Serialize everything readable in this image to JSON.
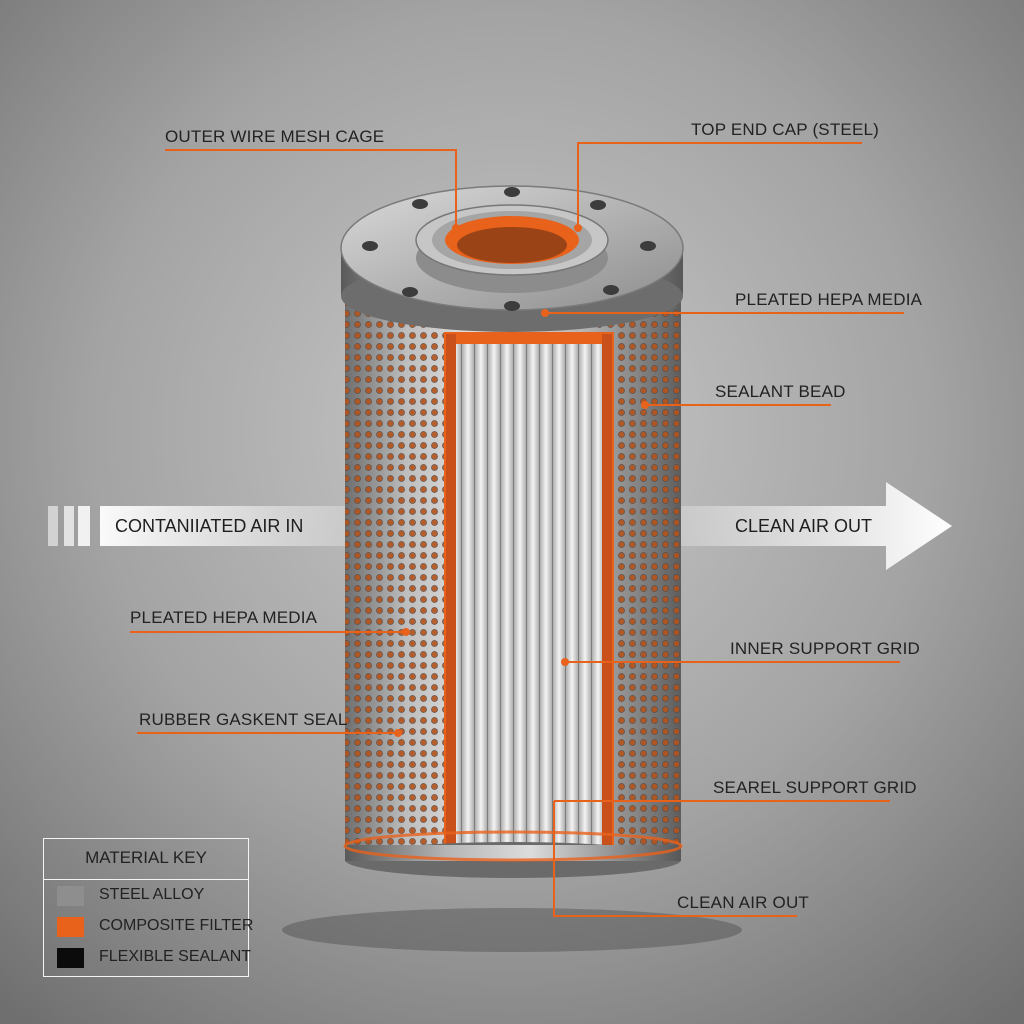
{
  "colors": {
    "accent_orange": "#e8621c",
    "steel": "#8e8e8e",
    "sealant": "#0b0b0b",
    "background": "#9a9a9a"
  },
  "callouts": {
    "outer_wire_mesh_cage": "OUTER WIRE MESH CAGE",
    "top_end_cap": "TOP END CAP (STEEL)",
    "pleated_hepa_media_right": "PLEATED HEPA MEDIA",
    "sealant_bead": "SEALANT BEAD",
    "pleated_hepa_media_left": "PLEATED HEPA MEDIA",
    "rubber_gasket_seal": "RUBBER GASKENT SEAL",
    "inner_support_grid": "INNER SUPPORT GRID",
    "searel_support_grid": "SEAREL SUPPORT GRID",
    "clean_air_out_bottom": "CLEAN AIR OUT"
  },
  "flow": {
    "inlet_label": "CONTANIIATED AIR IN",
    "outlet_label": "CLEAN AIR OUT"
  },
  "material_key": {
    "title": "MATERIAL KEY",
    "items": [
      {
        "label": "STEEL ALLOY",
        "color": "#8e8e8e"
      },
      {
        "label": "COMPOSITE FILTER",
        "color": "#e8621c"
      },
      {
        "label": "FLEXIBLE SEALANT",
        "color": "#0b0b0b"
      }
    ]
  }
}
